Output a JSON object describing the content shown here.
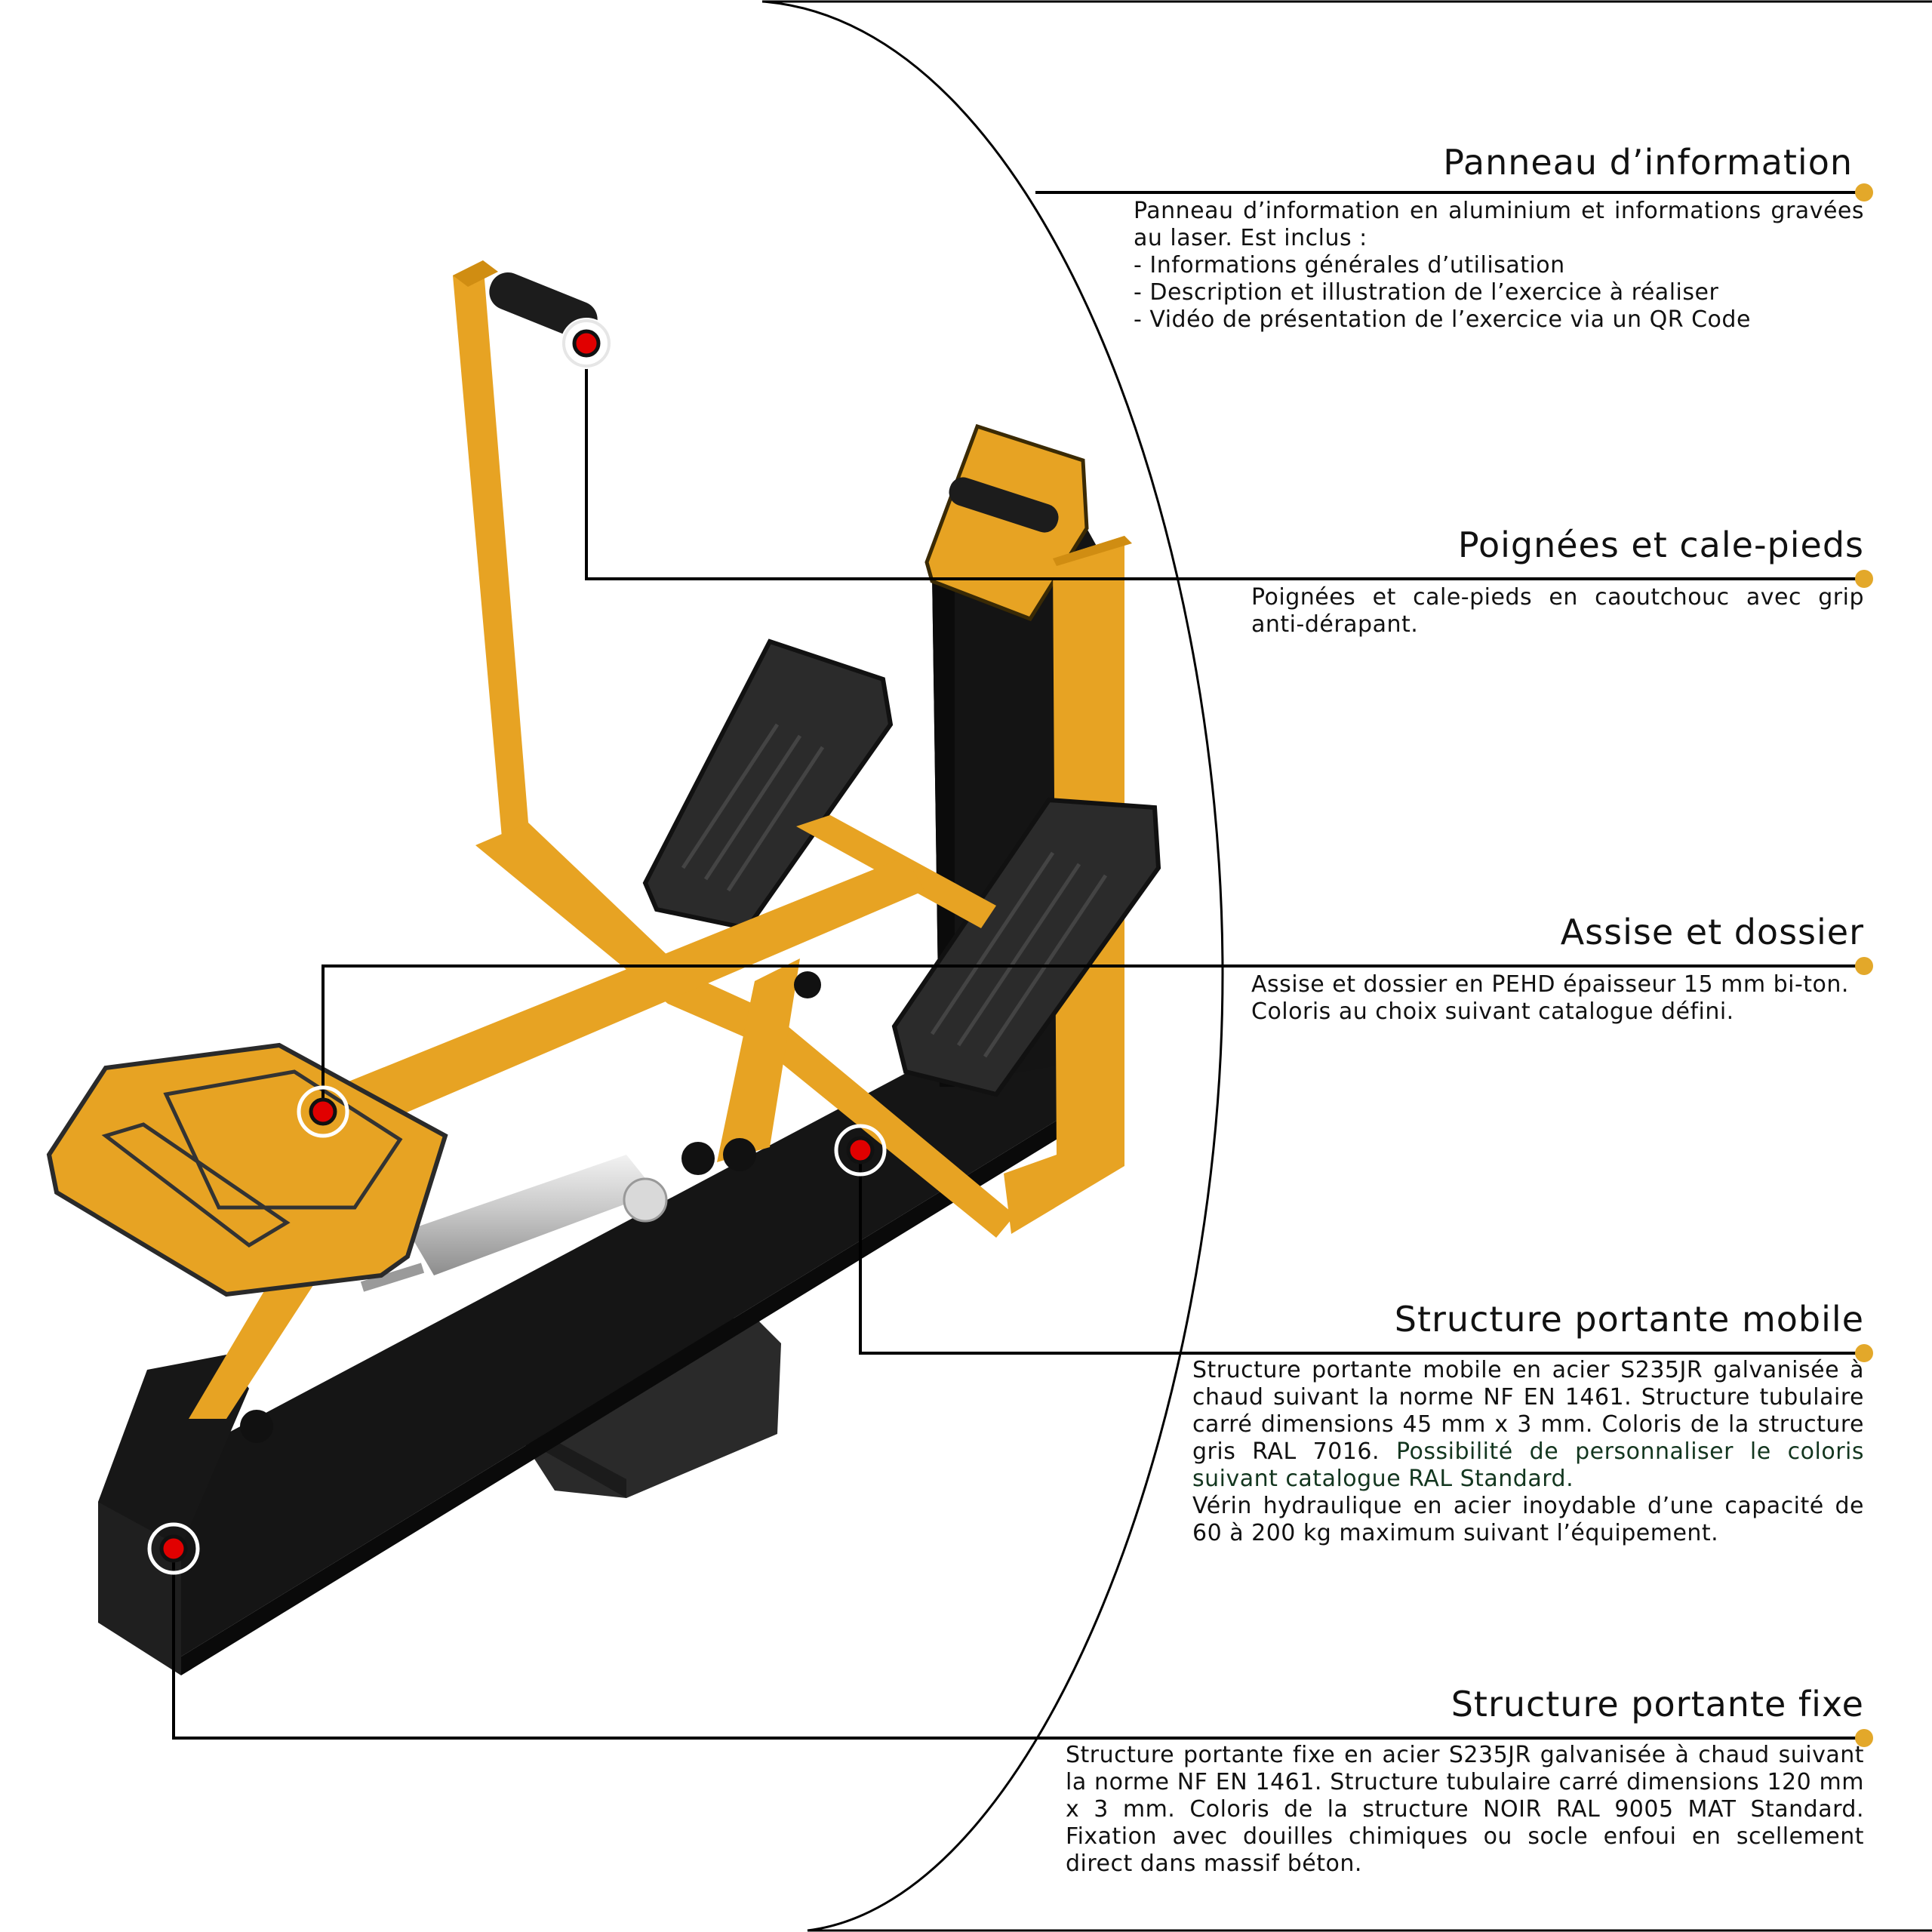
{
  "colors": {
    "accent": "#e3a82a",
    "frame_yellow": "#e7a323",
    "black_body": "#141414",
    "marker_red": "#e10000",
    "line": "#000000",
    "highlight_text": "#13361f"
  },
  "sections": [
    {
      "title": "Panneau d’information",
      "lines": [
        "Panneau d’information en aluminium et informations gravées au laser. Est inclus :",
        "- Informations générales d’utilisation",
        "- Description et illustration de l’exercice à réaliser",
        "- Vidéo de présentation de l’exercice via un QR Code"
      ]
    },
    {
      "title": "Poignées et cale-pieds",
      "lines": [
        "Poignées et cale-pieds en caoutchouc avec grip anti-dérapant."
      ]
    },
    {
      "title": "Assise et dossier",
      "lines": [
        "Assise et dossier en PEHD épaisseur 15 mm bi-ton.",
        "Coloris au choix suivant catalogue défini."
      ]
    },
    {
      "title": "Structure portante mobile",
      "text_a": "Structure portante mobile en acier S235JR galvanisée à chaud suivant la norme NF EN 1461. Structure tubulaire carré dimensions 45 mm x 3 mm. Coloris de la structure gris RAL 7016.",
      "text_highlight": "Possibilité de personnaliser le coloris suivant catalogue RAL Standard.",
      "text_b": "Vérin hydraulique en acier inoydable d’une capacité de 60 à 200 kg maximum suivant l’équipement."
    },
    {
      "title": "Structure portante fixe",
      "lines": [
        "Structure portante fixe en acier S235JR galvanisée à chaud suivant la norme NF EN 1461. Structure tubulaire carré dimensions 120 mm x 3 mm. Coloris de la structure NOIR RAL 9005 MAT Standard. Fixation avec douilles chimiques ou socle enfoui en scellement direct dans massif béton."
      ]
    }
  ]
}
